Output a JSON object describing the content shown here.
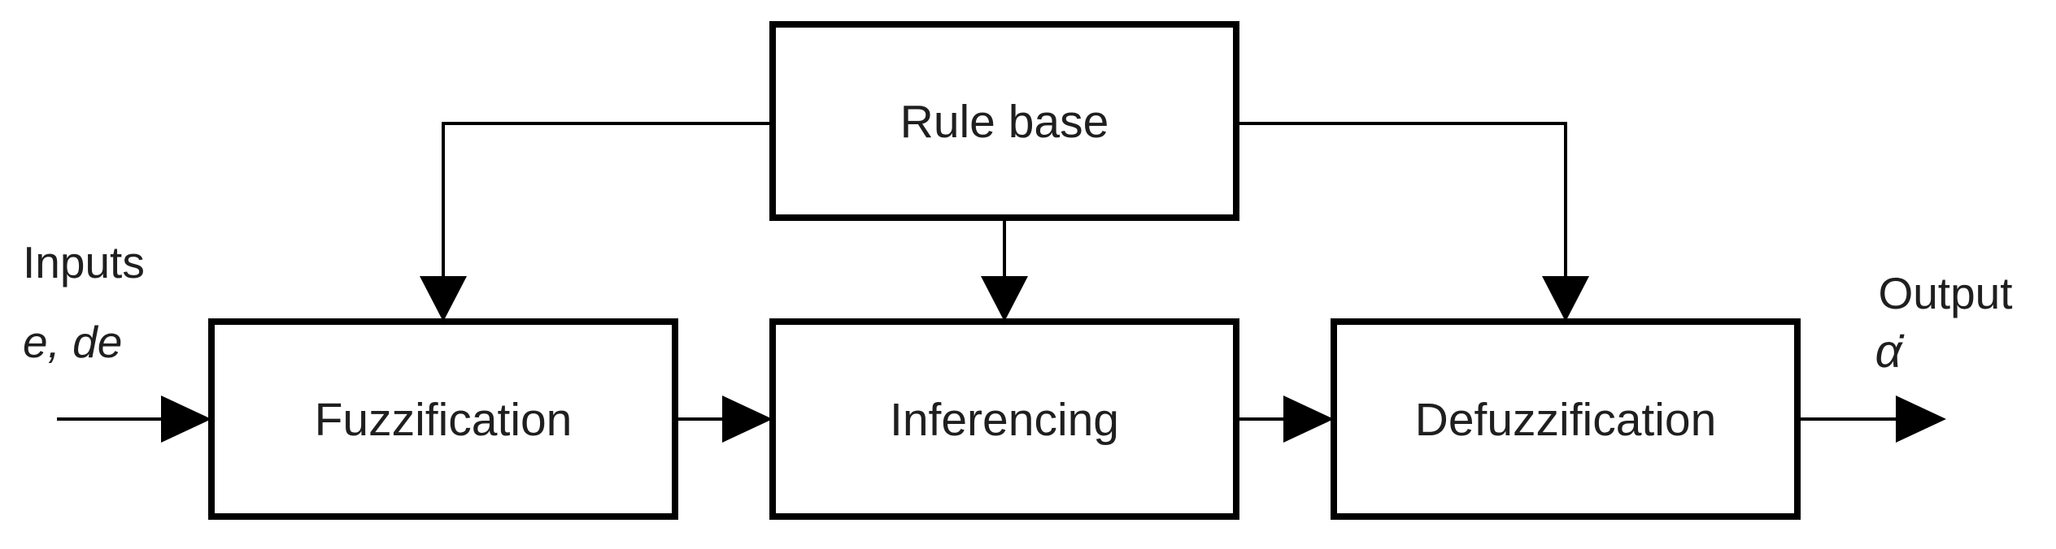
{
  "diagram": {
    "background_color": "#ffffff",
    "line_color": "#000000",
    "text_color": "#1f1f1f",
    "nodes": {
      "rule_base": {
        "label": "Rule base"
      },
      "fuzzification": {
        "label": "Fuzzification"
      },
      "inferencing": {
        "label": "Inferencing"
      },
      "defuzzification": {
        "label": "Defuzzification"
      }
    },
    "annotations": {
      "input_title": "Inputs",
      "input_vars": "e, de",
      "output_title": "Output",
      "output_var": "α̇"
    },
    "edges": [
      {
        "from": "inputs",
        "to": "fuzzification"
      },
      {
        "from": "fuzzification",
        "to": "inferencing"
      },
      {
        "from": "inferencing",
        "to": "defuzzification"
      },
      {
        "from": "defuzzification",
        "to": "output"
      },
      {
        "from": "rule_base",
        "to": "fuzzification"
      },
      {
        "from": "rule_base",
        "to": "inferencing"
      },
      {
        "from": "rule_base",
        "to": "defuzzification"
      }
    ]
  }
}
